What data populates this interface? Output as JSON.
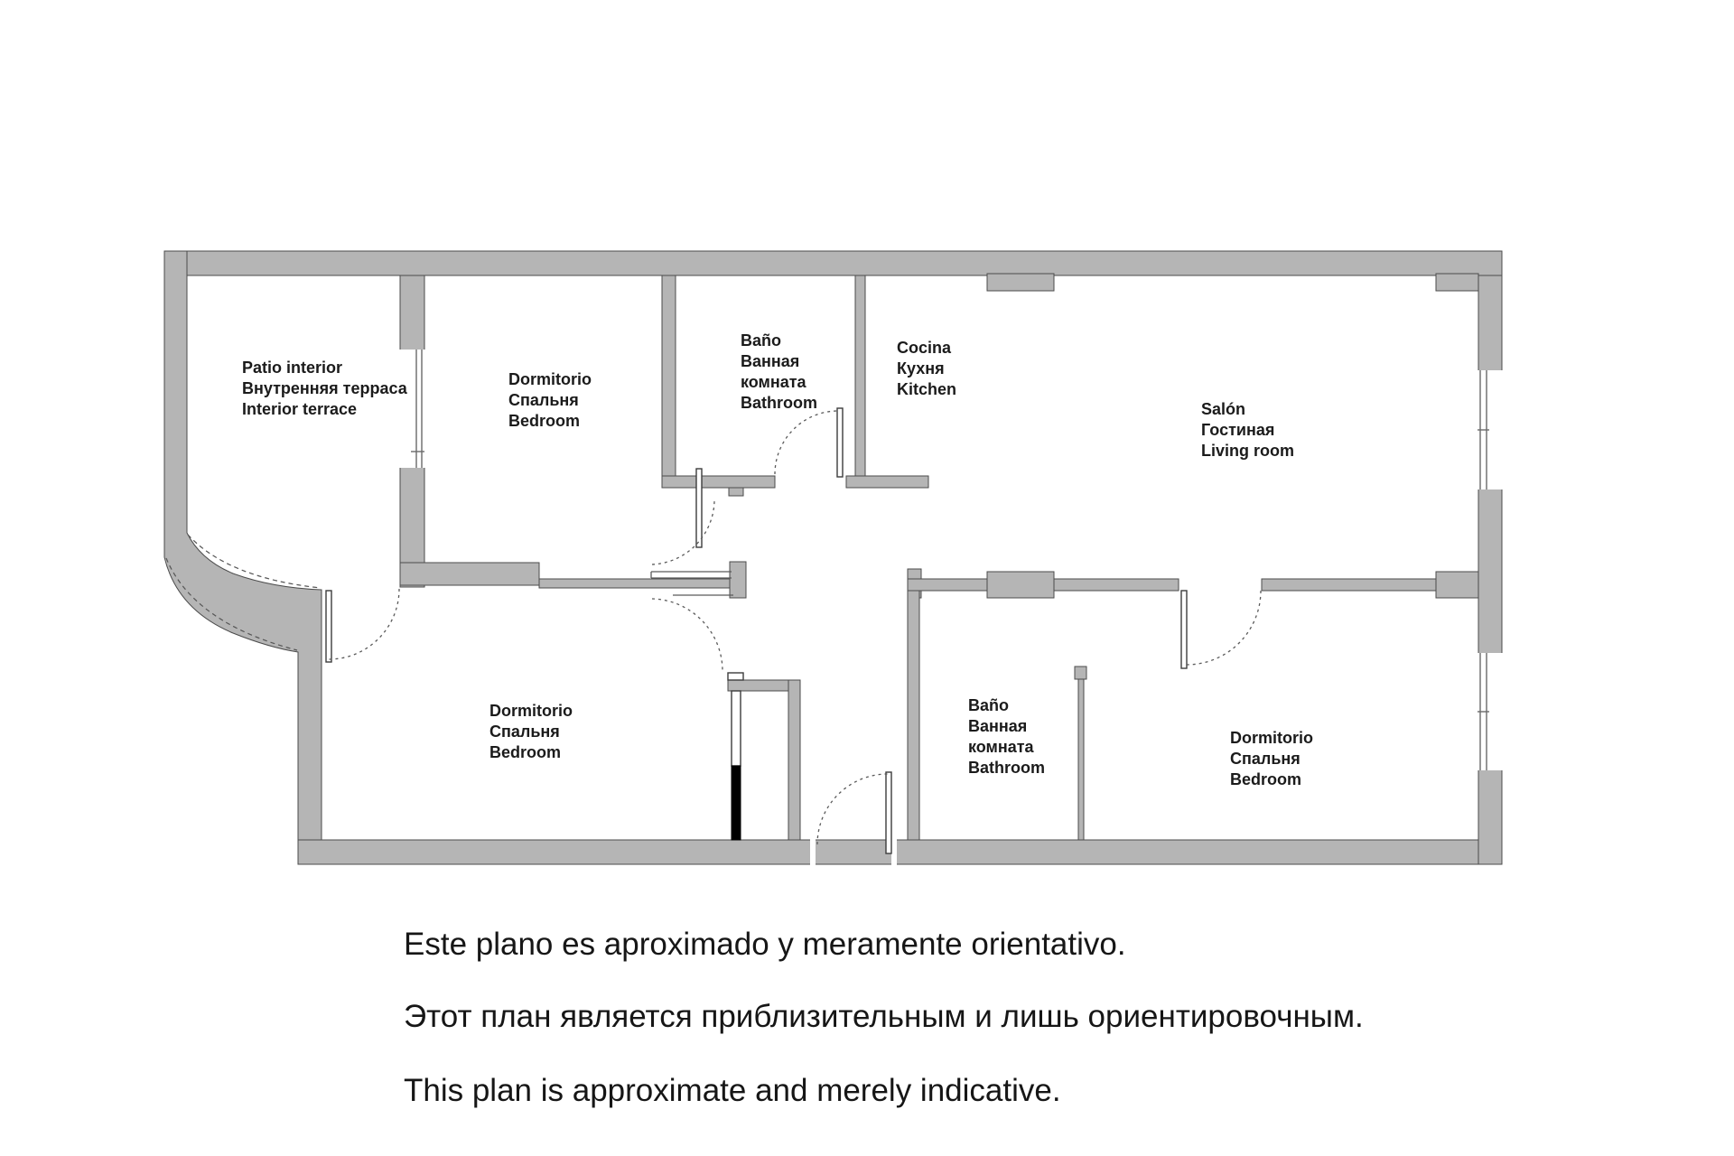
{
  "colors": {
    "background": "#ffffff",
    "wall_fill": "#b5b5b5",
    "wall_stroke": "#4b4b4b",
    "label_text": "#1b1b1b",
    "caption_text": "#161616",
    "door_black": "#000000"
  },
  "rooms": {
    "patio": {
      "label": "Patio interior\nВнутренняя терраса\nInterior terrace"
    },
    "bedroom_top": {
      "label": "Dormitorio\nСпальня\nBedroom"
    },
    "bathroom_top": {
      "label": "Baño\nВанная\nкомната\nBathroom"
    },
    "kitchen": {
      "label": "Cocina\nКухня\nKitchen"
    },
    "living_room": {
      "label": "Salón\nГостиная\nLiving room"
    },
    "bedroom_bottom_left": {
      "label": "Dormitorio\nСпальня\nBedroom"
    },
    "bathroom_bottom": {
      "label": "Baño\nВанная\nкомната\nBathroom"
    },
    "bedroom_bottom_right": {
      "label": "Dormitorio\nСпальня\nBedroom"
    }
  },
  "captions": {
    "es": "Este plano es aproximado y meramente orientativo.",
    "ru": "Этот план является приблизительным и лишь ориентировочным.",
    "en": "This plan is approximate and merely indicative."
  }
}
